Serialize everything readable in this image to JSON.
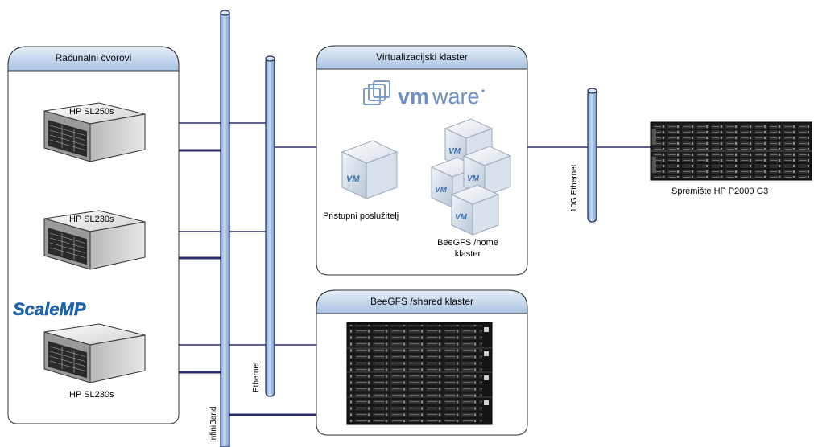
{
  "groups": {
    "compute_nodes": {
      "title": "Računalni čvorovi"
    },
    "virtualization": {
      "title": "Virtualizacijski klaster"
    },
    "shared": {
      "title": "BeeGFS /shared klaster"
    }
  },
  "nodes": {
    "sl250": "HP SL250s",
    "sl230_a": "HP SL230s",
    "sl230_b": "HP SL230s"
  },
  "buses": {
    "infiniband": "InfiniBand",
    "ethernet": "Ethernet",
    "ten_g": "10G Ethernet"
  },
  "vm": {
    "access_server": "Pristupni poslužitelj",
    "home_line1": "BeeGFS /home",
    "home_line2": "klaster",
    "badge": "VM"
  },
  "storage": {
    "label": "Spremište HP P2000 G3"
  },
  "logos": {
    "vmware_vm": "vm",
    "vmware_ware": "ware",
    "scalemp": "ScaleMP"
  },
  "colors": {
    "group_header_start": "#dfe9f5",
    "group_header_end": "#a9c3e3",
    "bus_fill": "#a9c6e8",
    "bus_stroke": "#1e2d5a",
    "link_line": "#2c2c6e",
    "vmware_blue": "#6b8fc4",
    "scalemp_blue": "#1b66b5"
  }
}
